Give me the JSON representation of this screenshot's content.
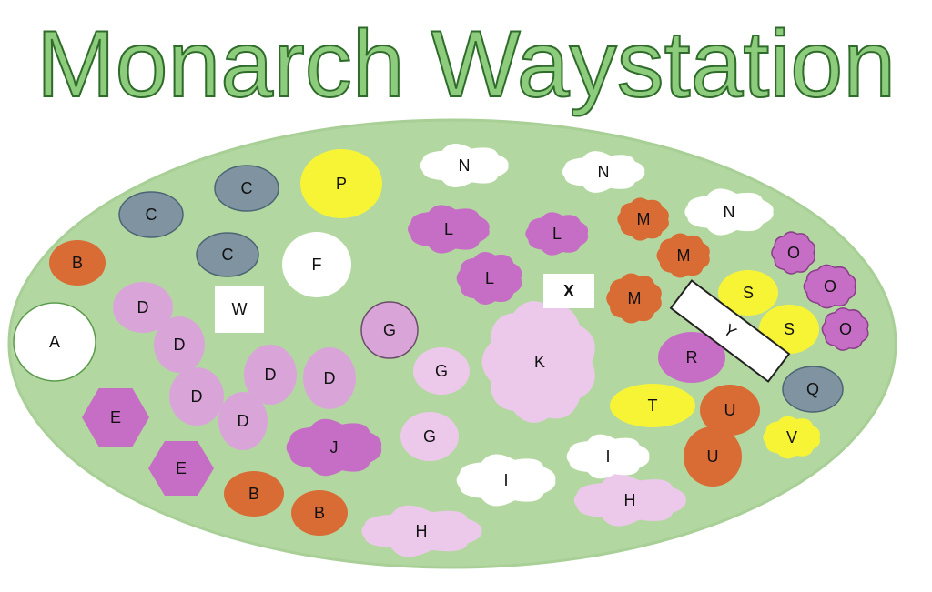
{
  "title": "Monarch Waystation",
  "colors": {
    "bed": "#b3d7a0",
    "bed_border": "#a8cf96",
    "title_fill": "#8ccc7c",
    "title_stroke": "#2f6b2a",
    "white": "#ffffff",
    "slate": "#7f93a0",
    "orange": "#d96b35",
    "purple": "#c66ec6",
    "light_purple": "#d9a5d9",
    "pale_pink": "#ecc9ea",
    "yellow": "#f7f436"
  },
  "plants": [
    {
      "label": "A",
      "shape": "circle",
      "color": "white"
    },
    {
      "label": "B",
      "shape": "circle",
      "color": "orange"
    },
    {
      "label": "B",
      "shape": "circle",
      "color": "orange"
    },
    {
      "label": "B",
      "shape": "circle",
      "color": "orange"
    },
    {
      "label": "C",
      "shape": "ellipse",
      "color": "slate"
    },
    {
      "label": "C",
      "shape": "ellipse",
      "color": "slate"
    },
    {
      "label": "C",
      "shape": "ellipse",
      "color": "slate"
    },
    {
      "label": "D",
      "shape": "ellipse",
      "color": "light_purple"
    },
    {
      "label": "D",
      "shape": "ellipse",
      "color": "light_purple"
    },
    {
      "label": "D",
      "shape": "ellipse",
      "color": "light_purple"
    },
    {
      "label": "D",
      "shape": "ellipse",
      "color": "light_purple"
    },
    {
      "label": "D",
      "shape": "ellipse",
      "color": "light_purple"
    },
    {
      "label": "D",
      "shape": "ellipse",
      "color": "light_purple"
    },
    {
      "label": "E",
      "shape": "hexagon",
      "color": "purple"
    },
    {
      "label": "E",
      "shape": "hexagon",
      "color": "purple"
    },
    {
      "label": "F",
      "shape": "circle",
      "color": "white"
    },
    {
      "label": "G",
      "shape": "circle",
      "color": "light_purple"
    },
    {
      "label": "G",
      "shape": "circle",
      "color": "pale_pink"
    },
    {
      "label": "G",
      "shape": "circle",
      "color": "pale_pink"
    },
    {
      "label": "H",
      "shape": "cloud",
      "color": "pale_pink"
    },
    {
      "label": "H",
      "shape": "cloud",
      "color": "pale_pink"
    },
    {
      "label": "I",
      "shape": "cloud",
      "color": "white"
    },
    {
      "label": "I",
      "shape": "cloud",
      "color": "white"
    },
    {
      "label": "J",
      "shape": "cloud",
      "color": "purple"
    },
    {
      "label": "K",
      "shape": "cloud",
      "color": "pale_pink"
    },
    {
      "label": "L",
      "shape": "cloud",
      "color": "purple"
    },
    {
      "label": "L",
      "shape": "cloud",
      "color": "purple"
    },
    {
      "label": "L",
      "shape": "cloud",
      "color": "purple"
    },
    {
      "label": "M",
      "shape": "cloud",
      "color": "orange"
    },
    {
      "label": "M",
      "shape": "cloud",
      "color": "orange"
    },
    {
      "label": "M",
      "shape": "cloud",
      "color": "orange"
    },
    {
      "label": "N",
      "shape": "cloud",
      "color": "white"
    },
    {
      "label": "N",
      "shape": "cloud",
      "color": "white"
    },
    {
      "label": "N",
      "shape": "cloud",
      "color": "white"
    },
    {
      "label": "O",
      "shape": "cloud",
      "color": "purple"
    },
    {
      "label": "O",
      "shape": "cloud",
      "color": "purple"
    },
    {
      "label": "O",
      "shape": "cloud",
      "color": "purple"
    },
    {
      "label": "P",
      "shape": "circle",
      "color": "yellow"
    },
    {
      "label": "Q",
      "shape": "ellipse",
      "color": "slate"
    },
    {
      "label": "R",
      "shape": "ellipse",
      "color": "purple"
    },
    {
      "label": "S",
      "shape": "ellipse",
      "color": "yellow"
    },
    {
      "label": "S",
      "shape": "ellipse",
      "color": "yellow"
    },
    {
      "label": "T",
      "shape": "ellipse",
      "color": "yellow"
    },
    {
      "label": "U",
      "shape": "ellipse",
      "color": "orange"
    },
    {
      "label": "U",
      "shape": "ellipse",
      "color": "orange"
    },
    {
      "label": "V",
      "shape": "cloud",
      "color": "yellow"
    },
    {
      "label": "W",
      "shape": "square",
      "color": "white"
    },
    {
      "label": "X",
      "shape": "square",
      "color": "white"
    },
    {
      "label": "Y",
      "shape": "bench",
      "color": "white"
    }
  ]
}
